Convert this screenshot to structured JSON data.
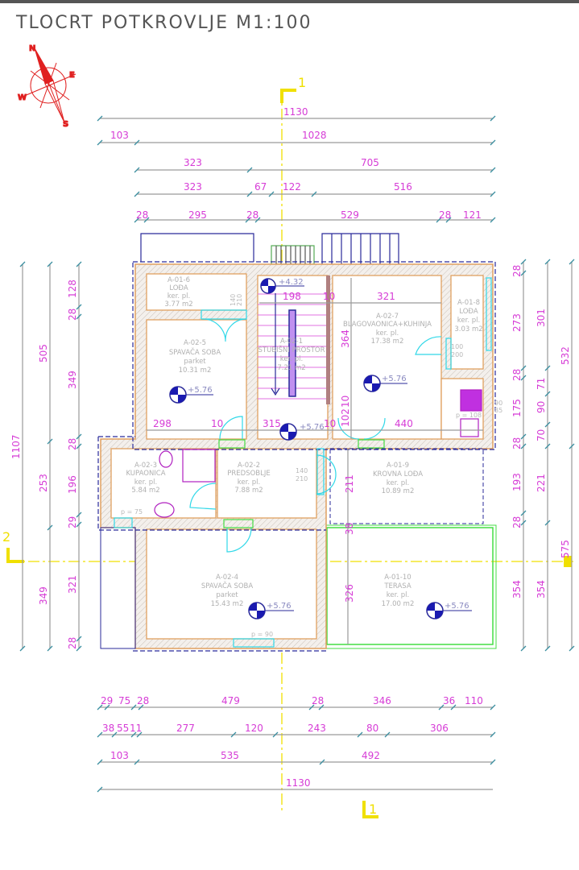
{
  "title": "TLOCRT POTKROVLJE M1:100",
  "compass": {
    "n": "N",
    "e": "E",
    "s": "S",
    "w": "W"
  },
  "section_markers": {
    "top": "1",
    "bottom": "1",
    "left": "2"
  },
  "colors": {
    "dimension_text": "#d63cd6",
    "walls": "#e0a060",
    "section_line": "#f0e000",
    "doors": "#30d8e8",
    "terrace": "#44dd44",
    "outline": "#2a2a9a",
    "fixtures": "#b020c0"
  },
  "dimensions": {
    "top": [
      [
        "1130"
      ],
      [
        "103",
        "1028"
      ],
      [
        "323",
        "705"
      ],
      [
        "323",
        "67",
        "122",
        "516"
      ],
      [
        "28",
        "295",
        "28",
        "529",
        "28",
        "121"
      ]
    ],
    "left": [
      [
        "1107"
      ],
      [
        "505",
        "253",
        "349"
      ],
      [
        "128",
        "28",
        "349",
        "28",
        "196",
        "29",
        "321",
        "28"
      ]
    ],
    "right": [
      [
        "28",
        "273",
        "28",
        "175",
        "28",
        "193",
        "28",
        "354"
      ],
      [
        "301",
        "71",
        "90",
        "70",
        "221",
        "354"
      ],
      [
        "532",
        "575"
      ]
    ],
    "bottom": [
      [
        "29",
        "75",
        "28",
        "479",
        "28",
        "346",
        "36",
        "110"
      ],
      [
        "38",
        "55",
        "11",
        "277",
        "120",
        "243",
        "80",
        "306"
      ],
      [
        "103",
        "535",
        "492"
      ],
      [
        "1130"
      ]
    ],
    "interior": [
      "198",
      "10",
      "321",
      "364",
      "298",
      "10",
      "315",
      "10",
      "102",
      "10",
      "440",
      "211",
      "38",
      "326"
    ]
  },
  "rooms": [
    {
      "code": "A-01-6",
      "name": "LOĐA",
      "floor": "ker. pl.",
      "area": "3.77 m2"
    },
    {
      "code": "A-02-5",
      "name": "SPAVAČA SOBA",
      "floor": "parket",
      "area": "10.31 m2"
    },
    {
      "code": "A-02-1",
      "name": "STUBIŠNI PROSTOR",
      "floor": "ker. pl.",
      "area": "7.21 m2"
    },
    {
      "code": "A-02-7",
      "name": "BLAGOVAONICA+KUHINJA",
      "floor": "ker. pl.",
      "area": "17.38 m2"
    },
    {
      "code": "A-01-8",
      "name": "LOĐA",
      "floor": "ker. pl.",
      "area": "3.03 m2"
    },
    {
      "code": "A-02-3",
      "name": "KUPAONICA",
      "floor": "ker. pl.",
      "area": "5.84 m2"
    },
    {
      "code": "A-02-2",
      "name": "PREDSOBLJE",
      "floor": "ker. pl.",
      "area": "7.88 m2"
    },
    {
      "code": "A-01-9",
      "name": "KROVNA LOĐA",
      "floor": "ker. pl.",
      "area": "10.89 m2"
    },
    {
      "code": "A-02-4",
      "name": "SPAVAČA SOBA",
      "floor": "parket",
      "area": "15.43 m2"
    },
    {
      "code": "A-01-10",
      "name": "TERASA",
      "floor": "ker. pl.",
      "area": "17.00 m2"
    }
  ],
  "elevations": [
    "+4.32",
    "+5.76",
    "+5.76",
    "+5.76",
    "+5.76",
    "+5.76"
  ],
  "openings": [
    {
      "w": "140",
      "h": "210"
    },
    {
      "w": "140",
      "h": "210"
    },
    {
      "w": "100",
      "h": "200"
    },
    {
      "w": "90",
      "h": "85"
    }
  ],
  "sill_heights": [
    "p = 75",
    "p = 90",
    "p = 108"
  ]
}
